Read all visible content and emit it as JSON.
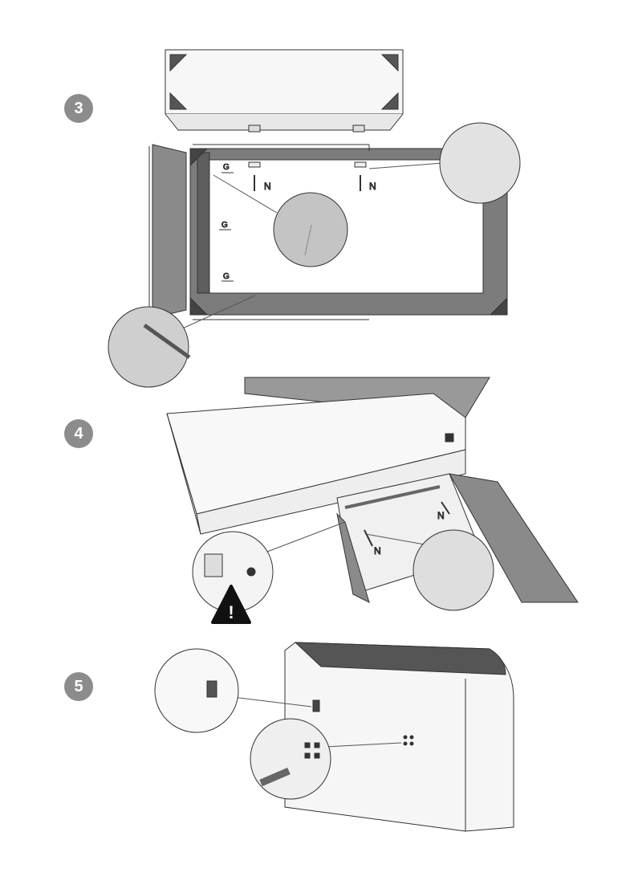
{
  "steps": [
    {
      "number": "3",
      "labels": {
        "g1": "G",
        "g2": "G",
        "g3": "G",
        "n1": "N",
        "n2": "N"
      }
    },
    {
      "number": "4",
      "labels": {
        "n1": "N",
        "n2": "N"
      },
      "warning_symbol": "!"
    },
    {
      "number": "5"
    }
  ],
  "icons": [
    "step-badge",
    "magnifier-detail",
    "warning-triangle-icon",
    "hammer-icon"
  ],
  "colors": {
    "badge": "#8c8c8c",
    "panel_dark": "#7a7a7a",
    "panel_light": "#f4f4f4",
    "line": "#333333"
  }
}
